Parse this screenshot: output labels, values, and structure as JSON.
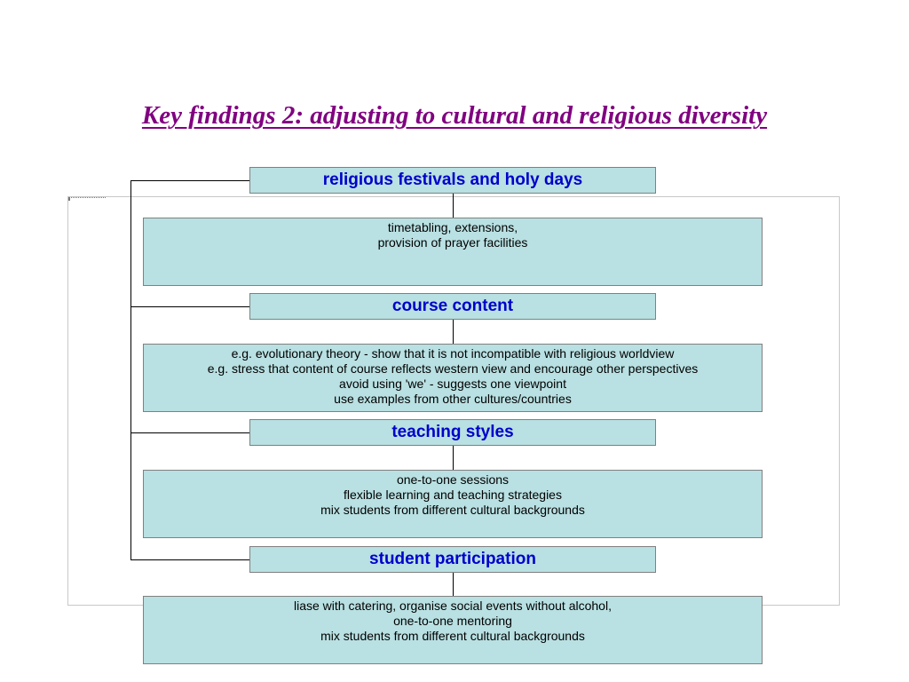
{
  "title": "Key findings 2: adjusting to cultural and religious diversity",
  "sections": [
    {
      "heading": "religious festivals and holy days",
      "details": [
        "timetabling, extensions,",
        "provision of prayer facilities"
      ]
    },
    {
      "heading": "course content",
      "details": [
        "e.g. evolutionary theory - show that it is not incompatible with religious worldview",
        "e.g. stress that content of course reflects western view and encourage other perspectives",
        "avoid using 'we' - suggests one viewpoint",
        "use examples from other cultures/countries"
      ]
    },
    {
      "heading": "teaching styles",
      "details": [
        "one-to-one sessions",
        "flexible learning and teaching strategies",
        "mix students from different cultural backgrounds"
      ]
    },
    {
      "heading": "student participation",
      "details": [
        "liase with catering, organise social events without alcohol,",
        "one-to-one mentoring",
        "mix students from different cultural backgrounds"
      ]
    }
  ],
  "colors": {
    "title": "#800080",
    "heading_text": "#0000cc",
    "box_fill": "#b9e0e2",
    "box_border": "#808080"
  }
}
